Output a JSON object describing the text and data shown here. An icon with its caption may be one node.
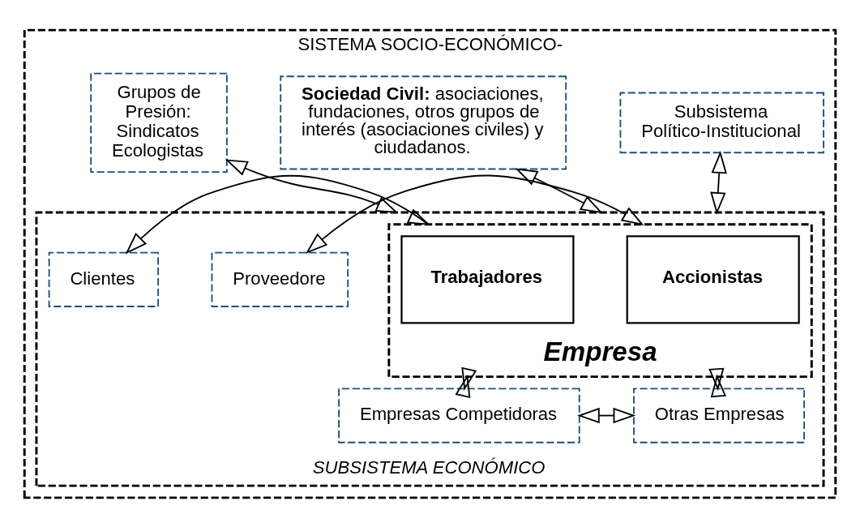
{
  "diagram": {
    "nodes": [
      {
        "text": [
          "SISTEMA SOCIO-ECONÓMICO-"
        ]
      },
      {
        "text": [
          "Subsistema Político-Institucional"
        ],
        "in": 0
      },
      {
        "text": [
          "**Sociedad Civil:** asociaciones, fundaciones, otros grupos de interés (asociaciones civiles) y ciudadanos."
        ],
        "in": 0
      },
      {
        "text": [
          "Grupos de Presión: Sindicatos Ecologistas"
        ],
        "in": 0
      },
      {
        "text": [
          "SUBSISTEMA ECONÓMICO"
        ],
        "in": 0
      },
      {
        "text": [
          "Empresa"
        ],
        "in": 4
      },
      {
        "text": [
          "Accionistas"
        ],
        "in": 5
      },
      {
        "text": [
          "Trabajadores"
        ],
        "in": 5
      },
      {
        "text": [
          "Proveedore"
        ],
        "in": 4
      },
      {
        "text": [
          "Clientes"
        ],
        "in": 4
      },
      {
        "text": [
          "Otras Empresas"
        ],
        "in": 4
      },
      {
        "text": [
          "Empresas Competidoras"
        ],
        "in": 4
      }
    ],
    "edges": [
      {
        "from": 1,
        "to": 4,
        "arrow": "both"
      },
      {
        "from": 2,
        "to": 4,
        "arrow": "both"
      },
      {
        "from": 3,
        "to": 4,
        "arrow": "both"
      },
      {
        "from": 8,
        "to": 5,
        "arrow": "both"
      },
      {
        "from": 5,
        "to": 9,
        "arrow": "both"
      },
      {
        "from": 5,
        "to": 10,
        "arrow": "both"
      },
      {
        "from": 5,
        "to": 11,
        "arrow": "both"
      },
      {
        "from": 10,
        "to": 11,
        "arrow": "both"
      }
    ]
  }
}
